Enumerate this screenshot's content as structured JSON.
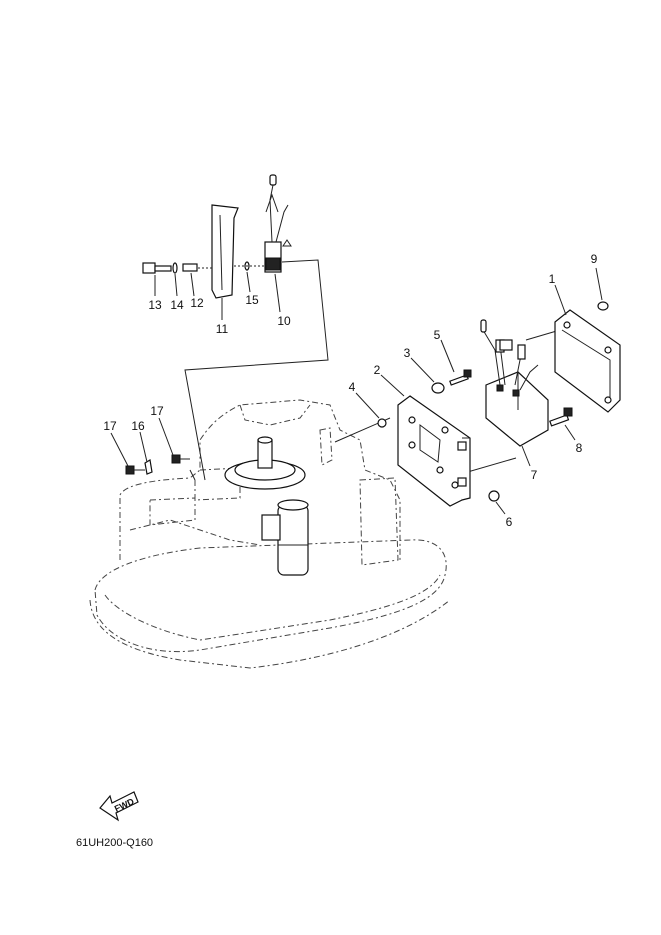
{
  "callouts": [
    {
      "id": "1",
      "text": "1"
    },
    {
      "id": "2",
      "text": "2"
    },
    {
      "id": "3",
      "text": "3"
    },
    {
      "id": "4",
      "text": "4"
    },
    {
      "id": "5",
      "text": "5"
    },
    {
      "id": "6",
      "text": "6"
    },
    {
      "id": "7",
      "text": "7"
    },
    {
      "id": "8",
      "text": "8"
    },
    {
      "id": "9",
      "text": "9"
    },
    {
      "id": "10",
      "text": "10"
    },
    {
      "id": "11",
      "text": "11"
    },
    {
      "id": "12",
      "text": "12"
    },
    {
      "id": "13",
      "text": "13"
    },
    {
      "id": "14",
      "text": "14"
    },
    {
      "id": "15",
      "text": "15"
    },
    {
      "id": "16",
      "text": "16"
    },
    {
      "id": "17a",
      "text": "17"
    },
    {
      "id": "17b",
      "text": "17"
    }
  ],
  "fwd_label": "FWD",
  "drawing_code": "61UH200-Q160"
}
